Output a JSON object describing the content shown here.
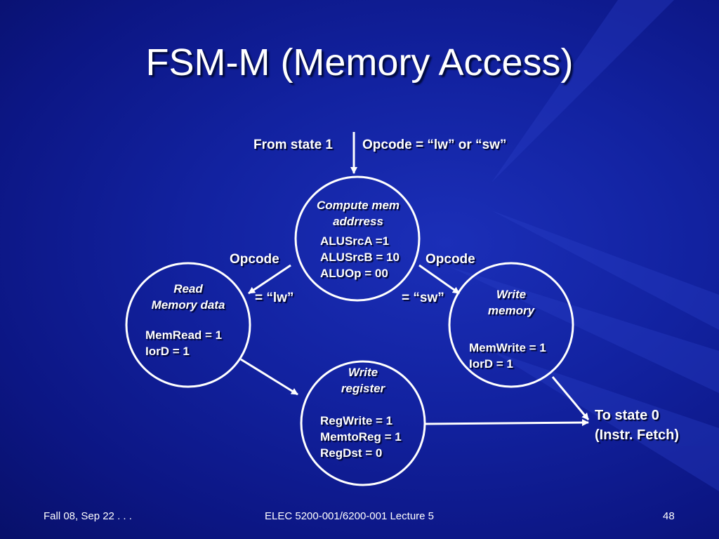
{
  "slide": {
    "title": "FSM-M (Memory Access)"
  },
  "entry": {
    "from_label": "From state 1",
    "condition_label": "Opcode = “lw” or “sw”"
  },
  "states": {
    "compute": {
      "name_line1": "Compute mem",
      "name_line2": "addrress",
      "signals": [
        "ALUSrcA =1",
        "ALUSrcB = 10",
        "ALUOp = 00"
      ]
    },
    "read": {
      "name_line1": "Read",
      "name_line2": "Memory data",
      "signals": [
        "MemRead = 1",
        "IorD = 1"
      ]
    },
    "write_mem": {
      "name_line1": "Write",
      "name_line2": "memory",
      "signals": [
        "MemWrite = 1",
        "IorD = 1"
      ]
    },
    "write_reg": {
      "name_line1": "Write",
      "name_line2": "register",
      "signals": [
        "RegWrite = 1",
        "MemtoReg = 1",
        "RegDst = 0"
      ]
    }
  },
  "transitions": {
    "lw_opcode": "Opcode",
    "lw_value": "= “lw”",
    "sw_opcode": "Opcode",
    "sw_value": "= “sw”"
  },
  "exit": {
    "line1": "To state 0",
    "line2": "(Instr. Fetch)"
  },
  "footer": {
    "left": "Fall 08, Sep 22 . . .",
    "center": "ELEC 5200-001/6200-001 Lecture 5",
    "page": "48"
  },
  "colors": {
    "background": "#1222a0",
    "foreground": "#ffffff"
  }
}
